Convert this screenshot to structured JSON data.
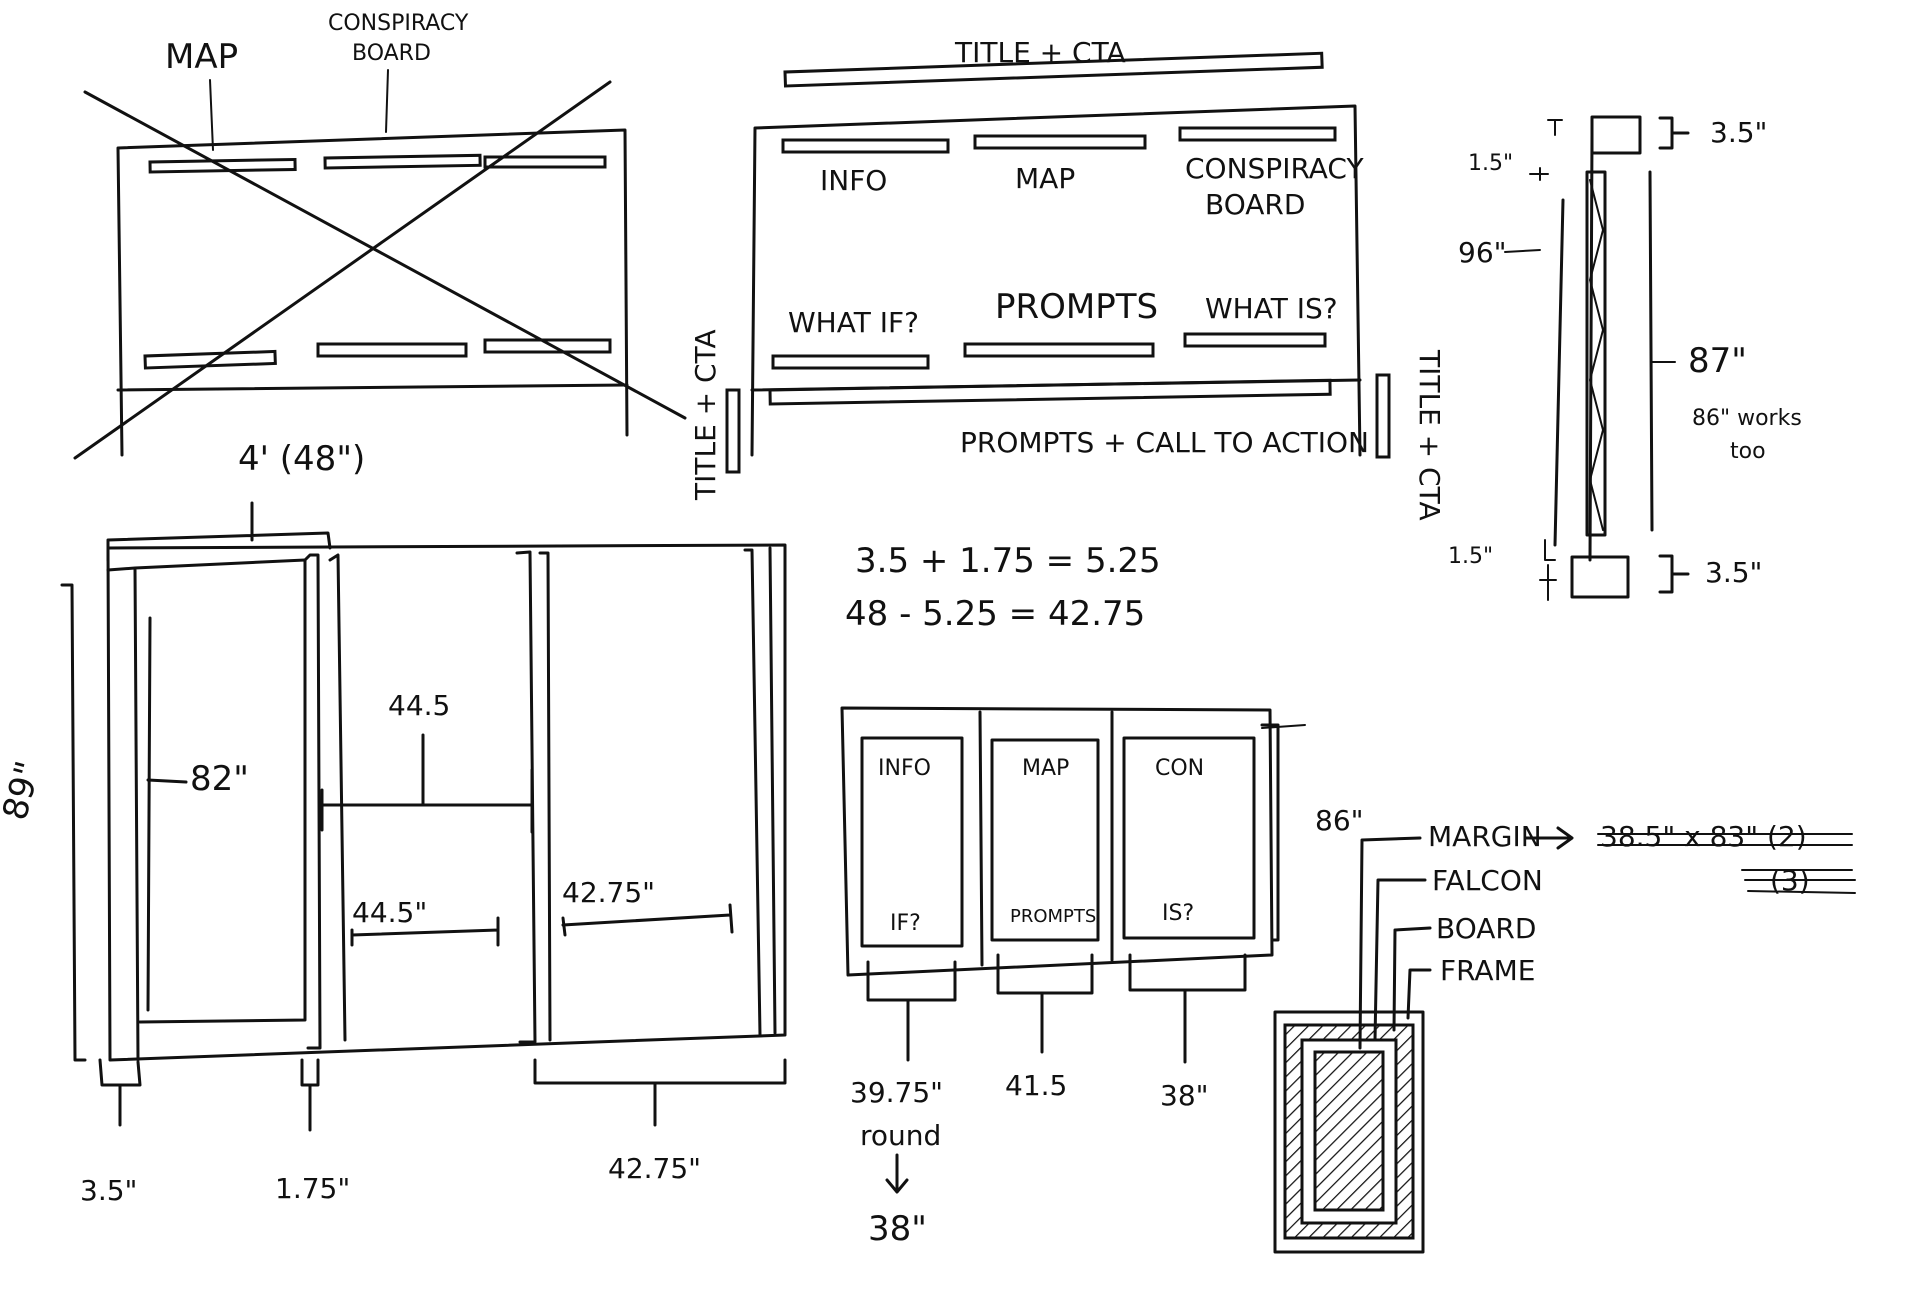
{
  "colors": {
    "ink": "#111111",
    "paper": "#ffffff"
  },
  "crossed_concept": {
    "label_map": "MAP",
    "label_board_line1": "CONSPIRACY",
    "label_board_line2": "BOARD"
  },
  "layout_concept": {
    "title_top": "TITLE + CTA",
    "panel_info": "INFO",
    "panel_map": "MAP",
    "panel_board_line1": "CONSPIRACY",
    "panel_board_line2": "BOARD",
    "panel_what_if": "WHAT IF?",
    "panel_prompts": "PROMPTS",
    "panel_what_is": "WHAT IS?",
    "bottom_caption": "PROMPTS + CALL TO ACTION",
    "side_left": "TITLE + CTA",
    "side_right": "TITLE + CTA"
  },
  "side_section": {
    "top_gap": "1.5\"",
    "top_cap": "3.5\"",
    "height_total": "96\"",
    "height_board": "87\"",
    "note_line1": "86\" works",
    "note_line2": "too",
    "bottom_gap": "1.5\"",
    "bottom_cap": "3.5\""
  },
  "frame_plan": {
    "width_label": "4' (48\")",
    "height_outer": "89\"",
    "height_inner": "82\"",
    "span_upper": "44.5",
    "span_lower": "44.5\"",
    "span_right": "42.75\"",
    "post_width": "3.5\"",
    "stud_width": "1.75\"",
    "bay_width": "42.75\""
  },
  "math": {
    "line1": "3.5 + 1.75 = 5.25",
    "line2": "48 - 5.25 = 42.75"
  },
  "triptych": {
    "panel1_top": "INFO",
    "panel1_bottom": "IF?",
    "panel2_top": "MAP",
    "panel2_bottom": "PROMPTS",
    "panel3_top": "CON",
    "panel3_bottom": "IS?",
    "height": "86\"",
    "width1": "39.75\"",
    "width1_note": "round",
    "width1_result": "38\"",
    "width2": "41.5",
    "width3": "38\""
  },
  "layers": {
    "margin": "MARGIN",
    "falcon": "FALCON",
    "board": "BOARD",
    "frame": "FRAME",
    "struck_dims": "38.5\" x 83\" (2)",
    "struck_count": "(3)"
  }
}
